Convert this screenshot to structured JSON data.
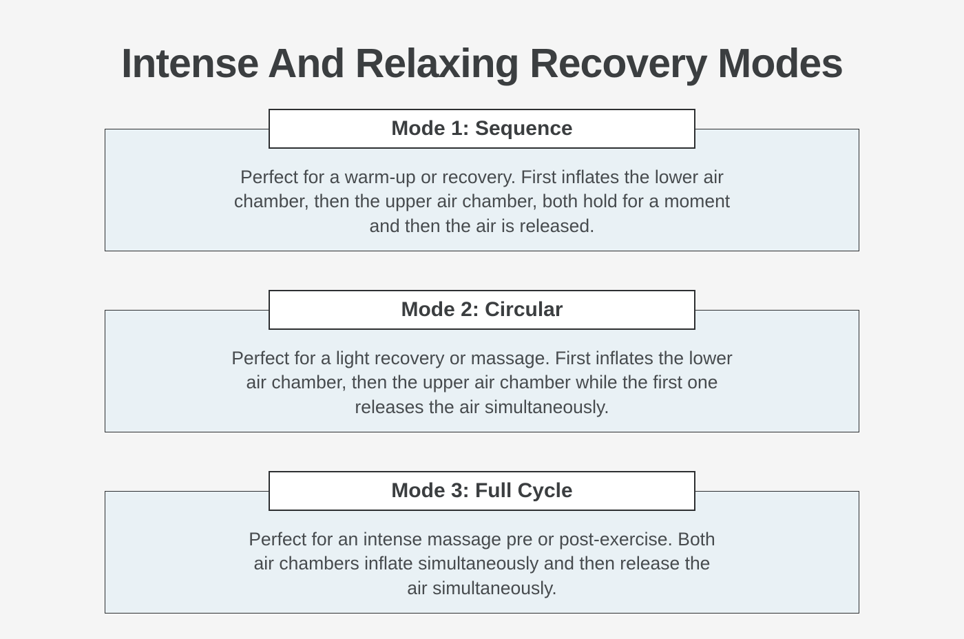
{
  "page": {
    "title": "Intense And Relaxing Recovery Modes"
  },
  "colors": {
    "page_background": "#f5f5f5",
    "card_background": "#e9f1f5",
    "card_border": "#2d2f31",
    "heading_background": "#ffffff",
    "title_text": "#3b3e40",
    "body_text": "#474b4e"
  },
  "modes": [
    {
      "heading": "Mode 1: Sequence",
      "description": "Perfect for a warm-up or recovery. First inflates the lower air chamber, then the upper air chamber, both hold for a moment and then the air is released.",
      "lines": [
        "Perfect for a warm-up or recovery. First inflates the lower air",
        "chamber, then the upper air chamber, both hold for a moment",
        "and then the air is released."
      ]
    },
    {
      "heading": "Mode 2: Circular",
      "description": "Perfect for a light recovery or massage. First inflates the lower air chamber, then the upper air chamber while the first one releases the air simultaneously.",
      "lines": [
        "Perfect for a light recovery or massage. First inflates the lower",
        "air chamber, then the upper air chamber while the first one",
        "releases the air simultaneously."
      ]
    },
    {
      "heading": "Mode 3: Full Cycle",
      "description": "Perfect for an intense massage pre or post-exercise. Both air chambers inflate simultaneously and then release the air simultaneously.",
      "lines": [
        "Perfect for an intense massage pre or post-exercise. Both",
        "air chambers inflate simultaneously and then release the",
        "air simultaneously."
      ]
    }
  ]
}
